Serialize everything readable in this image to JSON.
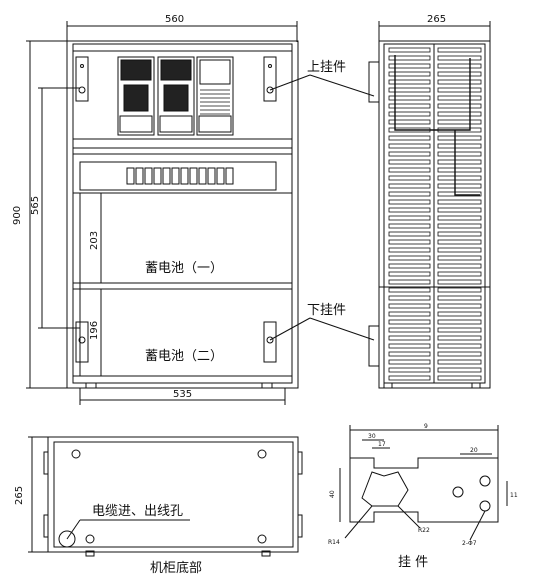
{
  "front_view": {
    "width_dim": "560",
    "height_dim": "900",
    "mount_span_dim": "565",
    "shelf1_dim": "203",
    "shelf2_dim": "196",
    "bottom_dim": "535",
    "battery1_label": "蓄电池（一）",
    "battery2_label": "蓄电池（二）"
  },
  "side_view": {
    "depth_dim": "265",
    "upper_hanger_label": "上挂件",
    "lower_hanger_label": "下挂件"
  },
  "base_view": {
    "depth_dim": "265",
    "cable_hole_label": "电缆进、出线孔",
    "title": "机柜底部"
  },
  "hanger_detail": {
    "title": "挂 件",
    "dims": {
      "overall": "9",
      "d30": "30",
      "d17": "17",
      "d40": "40",
      "d20": "20",
      "d11": "11",
      "r22": "R22",
      "r14": "R14",
      "phi": "2-Φ7"
    }
  }
}
